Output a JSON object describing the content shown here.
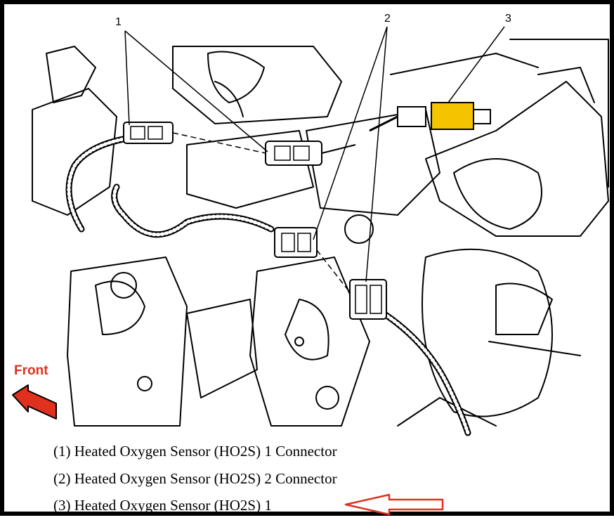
{
  "callouts": {
    "one": "1",
    "two": "2",
    "three": "3"
  },
  "front_label": "Front",
  "legend": [
    "(1) Heated Oxygen Sensor (HO2S) 1 Connector",
    "(2) Heated Oxygen Sensor (HO2S) 2 Connector",
    "(3) Heated Oxygen Sensor (HO2S) 1"
  ],
  "colors": {
    "line": "#000000",
    "front_arrow": "#e0301e",
    "pointer_arrow": "#e0301e",
    "sensor_highlight": "#f5c400"
  }
}
